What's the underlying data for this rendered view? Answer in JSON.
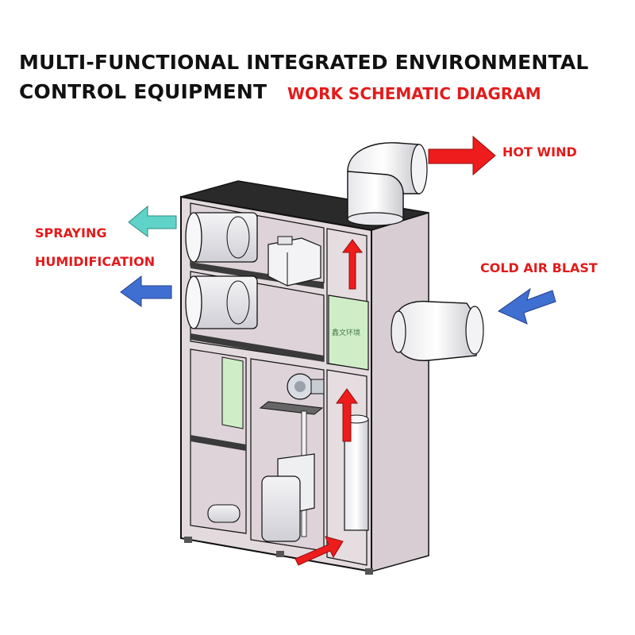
{
  "title": {
    "line1": "MULTI-FUNCTIONAL INTEGRATED ENVIRONMENTAL",
    "line2": "CONTROL EQUIPMENT",
    "subtitle": "WORK SCHEMATIC DIAGRAM"
  },
  "labels": {
    "hot_wind": "HOT WIND",
    "spraying": "SPRAYING",
    "humidification": "HUMIDIFICATION",
    "cold_air_blast": "COLD AIR BLAST"
  },
  "unit_panel_text": "鑫文环境",
  "colors": {
    "title_text": "#111111",
    "label_red": "#e31b1b",
    "hot_arrow": "#ee1c1c",
    "cool_arrow_blue": "#3f6fd1",
    "spray_arrow_cyan": "#5fd3c7",
    "cabinet_panel": "#d8cdd2",
    "green_panel": "#cfeec8"
  }
}
